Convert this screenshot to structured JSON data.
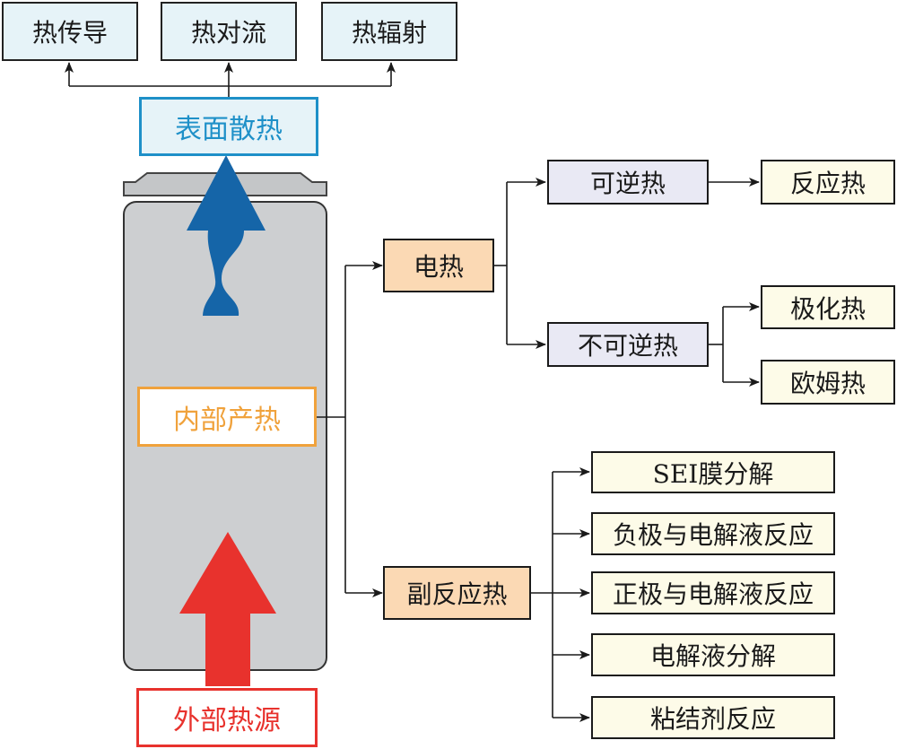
{
  "top": {
    "conduction": "热传导",
    "convection": "热对流",
    "radiation": "热辐射"
  },
  "surface_heat": "表面散热",
  "internal_heat": "内部产热",
  "external_heat": "外部热源",
  "electric_heat": "电热",
  "reversible_heat": "可逆热",
  "reaction_heat": "反应热",
  "irreversible_heat": "不可逆热",
  "polarization_heat": "极化热",
  "ohmic_heat": "欧姆热",
  "side_reaction_heat": "副反应热",
  "side_reactions": [
    "SEI膜分解",
    "负极与电解液反应",
    "正极与电解液反应",
    "电解液分解",
    "粘结剂反应"
  ],
  "colors": {
    "blue_arrow": "#1565a8",
    "red_arrow": "#e8322d",
    "cell_body": "#cdcfd1",
    "surface_border": "#1e90c8",
    "internal_border": "#f0a23c",
    "external_border": "#e8322d"
  }
}
